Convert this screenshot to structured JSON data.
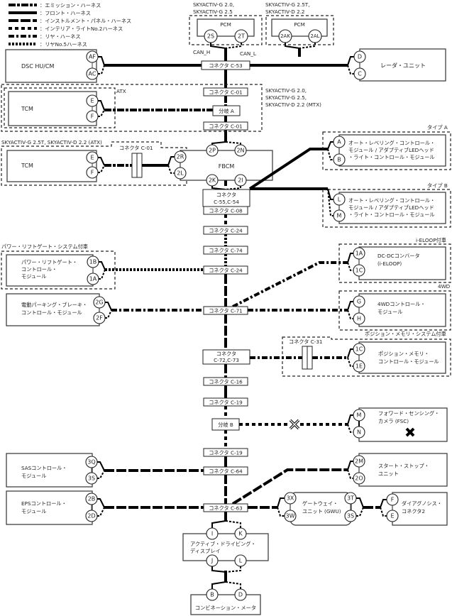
{
  "legend": [
    {
      "style": "emission",
      "label": "：エミッション・ハーネス"
    },
    {
      "style": "front",
      "label": "：フロント・ハーネス"
    },
    {
      "style": "instrument",
      "label": "：インストルメント・パネル・ハーネス"
    },
    {
      "style": "interior2",
      "label": "：インテリア・ライトNo.2ハーネス"
    },
    {
      "style": "rear",
      "label": "：リヤ・ハーネス"
    },
    {
      "style": "rear5",
      "label": "：リヤNo.5ハーネス"
    }
  ],
  "pcm_groups": [
    {
      "condition": [
        "SKYACTIV-G 2.0,",
        "SKYACTIV-G 2.5"
      ],
      "name": "PCM",
      "pins": [
        "2S",
        "2T"
      ],
      "signals": [
        "CAN_H",
        "CAN_L"
      ]
    },
    {
      "condition": [
        "SKYACTIV-G 2.5T,",
        "SKYACTIV-D 2.2"
      ],
      "name": "PCM",
      "pins": [
        "2AK",
        "2AL"
      ]
    }
  ],
  "connectors": {
    "c53": "コネクタ C-53",
    "c01a": "コネクタ C-01",
    "branchA": "分岐 A",
    "c01b": "コネクタ C-01",
    "c01_inline": "コネクタ C-01",
    "c55_l1": "コネクタ",
    "c55_l2": "C-55,C-54",
    "c08": "コネクタ C-08",
    "c24a": "コネクタ C-24",
    "c74": "コネクタ C-74",
    "c24b": "コネクタ C-24",
    "c71": "コネクタ C-71",
    "c72_l1": "コネクタ",
    "c72_l2": "C-72,C-73",
    "c16": "コネクタ C-16",
    "c19a": "コネクタ C-19",
    "branchB": "分岐 B",
    "c19b": "コネクタ C-19",
    "c64": "コネクタ C-64",
    "c63": "コネクタ C-63",
    "c31": "コネクタ C-31"
  },
  "modules": {
    "dsc": {
      "name": "DSC HU/CM",
      "pins": [
        "AF",
        "AC"
      ]
    },
    "radar": {
      "name": "レーダ・ユニット",
      "pins": [
        "D",
        "C"
      ]
    },
    "tcm_mtx": {
      "condition": "ATX",
      "name": "TCM",
      "pins": [
        "E",
        "F"
      ],
      "group_condition": [
        "SKYACTIV-G 2.0,",
        "SKYACTIV-G 2.5,",
        "SKYACTIV-D 2.2 (MTX)"
      ]
    },
    "tcm_atx": {
      "condition": "SKYACTIV-G 2.5T, SKYACTIV-D 2.2 (ATX)",
      "name": "TCM",
      "pins": [
        "E",
        "F"
      ]
    },
    "fbcm": {
      "name": "FBCM",
      "pins_top": [
        "2P",
        "2N"
      ],
      "pins_left": [
        "2R",
        "2L"
      ],
      "pins_bottom": [
        "2K",
        "2I"
      ]
    },
    "alc_a": {
      "condition": "タイプ A",
      "lines": [
        "オート・レベリング・コントロール・",
        "モジュール / アダプティブLEDヘッド",
        "・ライト・コントロール・モジュール"
      ],
      "pins": [
        "A",
        "B"
      ]
    },
    "alc_b": {
      "condition": "タイプ B",
      "lines": [
        "オート・レベリング・コントロール・",
        "モジュール / アダプティブLEDヘッド",
        "・ライト・コントロール・モジュール"
      ],
      "pins": [
        "L",
        "M"
      ]
    },
    "plg": {
      "condition": "パワー・リフトゲート・システム付車",
      "lines": [
        "パワー・リフトゲート・",
        "コントロール・",
        "モジュール"
      ],
      "pins": [
        "1B",
        "1A"
      ]
    },
    "dcdc": {
      "condition": "i-ELOOP付車",
      "lines": [
        "DC-DCコンバータ",
        "(i-ELOOP)"
      ],
      "pins": [
        "1A",
        "1C"
      ]
    },
    "epb": {
      "lines": [
        "電動パーキング・ブレーキ・",
        "コントロール・モジュール"
      ],
      "pins": [
        "2G",
        "2F"
      ]
    },
    "awd": {
      "condition": "4WD",
      "lines": [
        "4WDコントロール・",
        "モジュール"
      ],
      "pins": [
        "G",
        "H"
      ]
    },
    "pmem": {
      "condition": "ポジション・メモリ・システム付車",
      "lines": [
        "ポジション・メモリ・",
        "コントロール・モジュール"
      ],
      "pins": [
        "1C",
        "1E"
      ]
    },
    "fsc": {
      "lines": [
        "フォワード・センシング・",
        "カメラ (FSC)"
      ],
      "pins": [
        "M",
        "N"
      ],
      "status": "fault"
    },
    "sas": {
      "lines": [
        "SASコントロール・",
        "モジュール"
      ],
      "pins": [
        "3Q",
        "3S"
      ]
    },
    "ssu": {
      "lines": [
        "スタート・ストップ・",
        "ユニット"
      ],
      "pins": [
        "2M",
        "2O"
      ]
    },
    "eps": {
      "lines": [
        "EPSコントロール・",
        "モジュール"
      ],
      "pins": [
        "2B",
        "2D"
      ]
    },
    "gwu": {
      "lines": [
        "ゲートウェイ・",
        "ユニット (GWU)"
      ],
      "pins_left": [
        "3X",
        "3W"
      ],
      "pins_right": [
        "3T",
        "3S"
      ]
    },
    "dlc2": {
      "lines": [
        "ダイアグノシス・",
        "コネクタ2"
      ],
      "pins": [
        "F",
        "E"
      ]
    },
    "adisp": {
      "lines": [
        "アクティブ・ドライビング・",
        "ディスプレイ"
      ],
      "pins_top": [
        "I",
        "K"
      ],
      "pins_bottom": [
        "J",
        "L"
      ]
    },
    "meter": {
      "name": "コンビネーション・メータ",
      "pins": [
        "B",
        "D"
      ]
    }
  }
}
